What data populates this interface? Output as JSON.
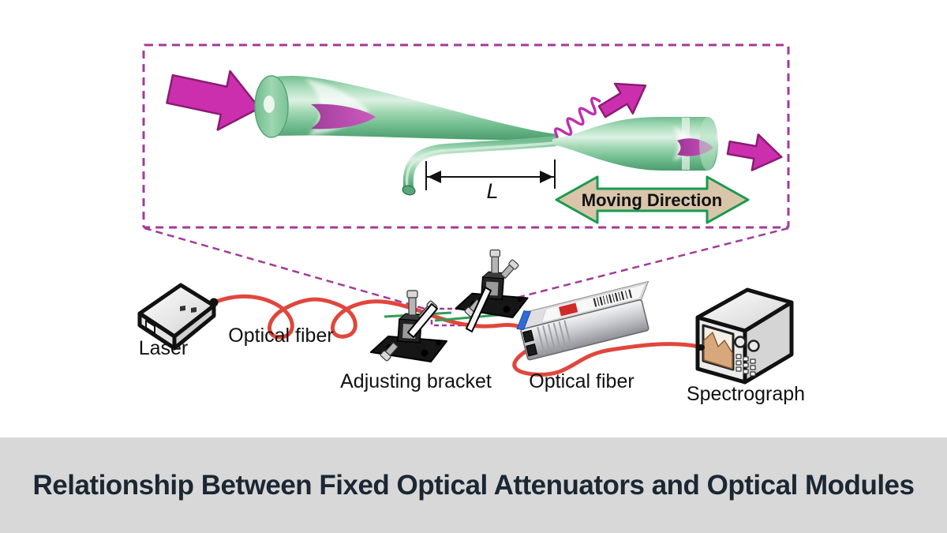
{
  "figure": {
    "inset": {
      "length_label": "L",
      "moving_direction_label": "Moving Direction"
    },
    "schematic": {
      "laser_label": "Laser",
      "optical_fiber_left_label": "Optical fiber",
      "adjusting_bracket_label": "Adjusting bracket",
      "optical_fiber_right_label": "Optical fiber",
      "spectrograph_label": "Spectrograph"
    },
    "banner": {
      "title": "Relationship Between Fixed Optical Attenuators and Optical Modules"
    },
    "colors": {
      "magenta_arrow": "#cb2fad",
      "inset_border": "#a23a9b",
      "fiber_green": "#7cc99a",
      "moving_arrow_fill": "#d9c5aa",
      "moving_arrow_border": "#189a4e",
      "fiber_red": "#e0473c",
      "banner_bg": "#d8d8d8",
      "banner_text": "#1b2733"
    }
  }
}
